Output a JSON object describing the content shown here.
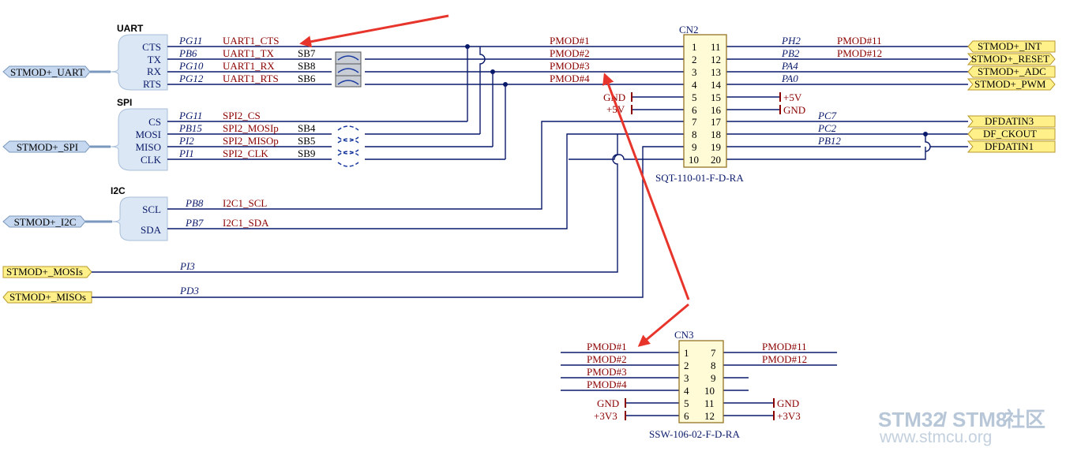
{
  "groups": {
    "uart": "UART",
    "spi": "SPI",
    "i2c": "I2C"
  },
  "ports_left": {
    "uart": "STMOD+_UART",
    "spi": "STMOD+_SPI",
    "i2c": "STMOD+_I2C",
    "mosi": "STMOD+_MOSIs",
    "miso": "STMOD+_MISOs"
  },
  "pins": {
    "uart": [
      "CTS",
      "TX",
      "RX",
      "RTS"
    ],
    "spi": [
      "CS",
      "MOSI",
      "MISO",
      "CLK"
    ],
    "i2c": [
      "SCL",
      "SDA"
    ]
  },
  "ports": {
    "uart": [
      "PG11",
      "PB6",
      "PG10",
      "PG12"
    ],
    "spi": [
      "PG11",
      "PB15",
      "PI2",
      "PI1"
    ],
    "i2c": [
      "PB8",
      "PB7"
    ],
    "mosi": "PI3",
    "miso": "PD3"
  },
  "nets": {
    "uart": [
      "UART1_CTS",
      "UART1_TX",
      "UART1_RX",
      "UART1_RTS"
    ],
    "spi": [
      "SPI2_CS",
      "SPI2_MOSIp",
      "SPI2_MISOp",
      "SPI2_CLK"
    ],
    "i2c": [
      "I2C1_SCL",
      "I2C1_SDA"
    ]
  },
  "bridges": {
    "uart": [
      "SB7",
      "SB8",
      "SB6"
    ],
    "spi": [
      "SB4",
      "SB5",
      "SB9"
    ]
  },
  "cn2": {
    "ref": "CN2",
    "part": "SQT-110-01-F-D-RA",
    "pins_left": [
      "1",
      "2",
      "3",
      "4",
      "5",
      "6",
      "7",
      "8",
      "9",
      "10"
    ],
    "pins_right": [
      "11",
      "12",
      "13",
      "14",
      "15",
      "16",
      "17",
      "18",
      "19",
      "20"
    ],
    "nets_left": [
      "PMOD#1",
      "PMOD#2",
      "PMOD#3",
      "PMOD#4"
    ],
    "gnd": "GND",
    "v5": "+5V",
    "right_ports": [
      "PH2",
      "PB2",
      "PA4",
      "PA0"
    ],
    "right_nets": [
      "PMOD#11",
      "PMOD#12"
    ],
    "right_ports2": [
      "PC7",
      "PC2",
      "PB12"
    ],
    "v5r": "+5V",
    "gndr": "GND"
  },
  "ports_right": [
    "STMOD+_INT",
    "STMOD+_RESET",
    "STMOD+_ADC",
    "STMOD+_PWM",
    "DFDATIN3",
    "DF_CKOUT",
    "DFDATIN1"
  ],
  "cn3": {
    "ref": "CN3",
    "part": "SSW-106-02-F-D-RA",
    "pins_left": [
      "1",
      "2",
      "3",
      "4",
      "5",
      "6"
    ],
    "pins_right": [
      "7",
      "8",
      "9",
      "10",
      "11",
      "12"
    ],
    "nets_left": [
      "PMOD#1",
      "PMOD#2",
      "PMOD#3",
      "PMOD#4"
    ],
    "nets_right": [
      "PMOD#11",
      "PMOD#12"
    ],
    "gnd": "GND",
    "v33": "+3V3",
    "gndr": "GND",
    "v33r": "+3V3"
  },
  "watermark": {
    "brand_a": "STM32",
    "slash": "/",
    "brand_b": "STM8",
    "suffix": "社区",
    "url": "www.stmcu.org"
  },
  "colors": {
    "wire": "#0a1a6b",
    "net_label": "#8b0000",
    "port_blue": "#c5d8ef",
    "port_yellow": "#fff08a",
    "arrow": "#e8352c"
  }
}
